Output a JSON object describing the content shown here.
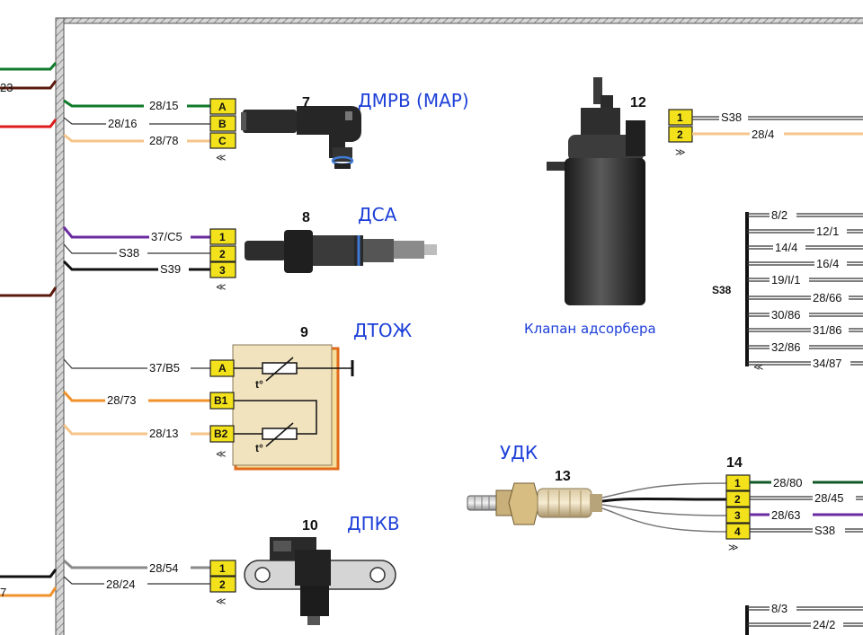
{
  "colors": {
    "accent_blue": "#1d3fd8",
    "pin_yellow": "#f3e21b",
    "wire_green": "#0f7a2a",
    "wire_red": "#e01b1b",
    "wire_brown": "#5a1a0d",
    "wire_orange": "#f0922b",
    "wire_purple": "#6a2aa0",
    "wire_black": "#111111",
    "wire_gray": "#8a8a8a"
  },
  "left_edge_labels": [
    "23",
    "7"
  ],
  "components": {
    "c7": {
      "number": "7",
      "name": "ДМРВ (MAP)",
      "pins": [
        "A",
        "B",
        "C"
      ],
      "wires": [
        "28/15",
        "28/16",
        "28/78"
      ]
    },
    "c8": {
      "number": "8",
      "name": "ДСА",
      "pins": [
        "1",
        "2",
        "3"
      ],
      "wires": [
        "37/C5",
        "S38",
        "S39"
      ]
    },
    "c9": {
      "number": "9",
      "name": "ДТОЖ",
      "pins": [
        "A",
        "B1",
        "B2"
      ],
      "wires": [
        "37/B5",
        "28/73",
        "28/13"
      ],
      "temp_symbol": "t°"
    },
    "c10": {
      "number": "10",
      "name": "ДПКВ",
      "pins": [
        "1",
        "2"
      ],
      "wires": [
        "28/54",
        "28/24"
      ]
    },
    "c12": {
      "number": "12",
      "name": "Клапан адсорбера",
      "pins": [
        "1",
        "2"
      ],
      "wires": [
        "S38",
        "28/4"
      ]
    },
    "c13": {
      "number": "13",
      "name": "УДК"
    },
    "c14": {
      "number": "14",
      "pins": [
        "1",
        "2",
        "3",
        "4"
      ],
      "wires": [
        "28/80",
        "28/45",
        "28/63",
        "S38"
      ]
    }
  },
  "splice_s38": {
    "label": "S38",
    "wires": [
      "8/2",
      "12/1",
      "14/4",
      "16/4",
      "19/I/1",
      "28/66",
      "30/86",
      "31/86",
      "32/86",
      "34/87"
    ]
  },
  "bottom_wires": [
    "8/3",
    "24/2"
  ]
}
